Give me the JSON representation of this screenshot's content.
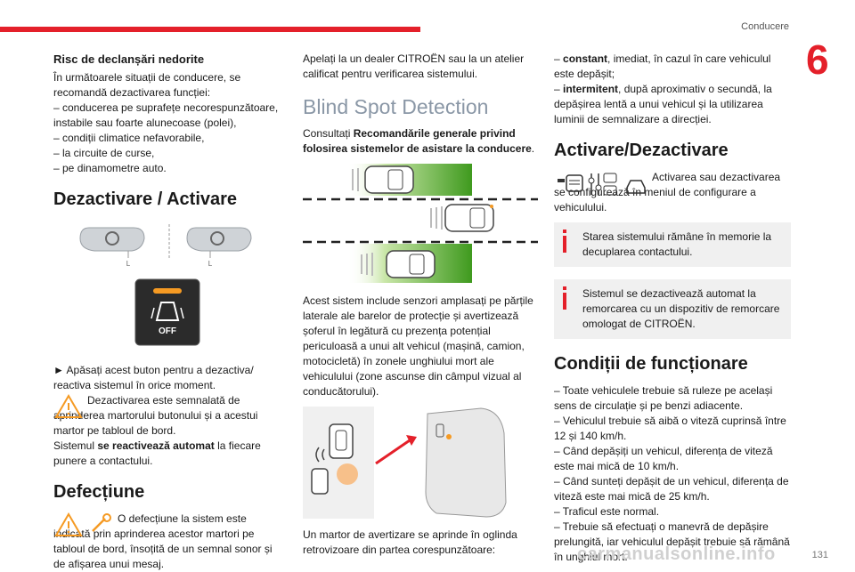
{
  "header": {
    "section": "Conducere",
    "chapter": "6",
    "page": "131"
  },
  "watermark": "carmanualsonline.info",
  "col1": {
    "risk_title": "Risc de declanșări nedorite",
    "risk_text": "În următoarele situații de conducere, se recomandă dezactivarea funcției:",
    "risk_items": [
      "– conducerea pe suprafețe necorespunzătoare, instabile sau foarte alunecoase (polei),",
      "– condiții climatice nefavorabile,",
      "– la circuite de curse,",
      "– pe dinamometre auto."
    ],
    "deact_title": "Dezactivare / Activare",
    "button_label": "OFF",
    "deact_text": "► Apăsați acest buton pentru a dezactiva/ reactiva sistemul în orice moment.",
    "deact_warn": "Dezactivarea este semnalată de aprinderea martorului butonului și a acestui martor pe tabloul de bord.",
    "deact_sys_pre": "Sistemul ",
    "deact_sys_bold": "se reactivează automat",
    "deact_sys_post": " la fiecare punere a contactului.",
    "fault_title": "Defecțiune",
    "fault_text": "O defecțiune la sistem este indicată prin aprinderea acestor martori pe tabloul de bord, însoțită de un semnal sonor și de afișarea unui mesaj."
  },
  "col2": {
    "dealer_text": "Apelați la un dealer CITROËN sau la un atelier calificat pentru verificarea sistemului.",
    "bsd_title": "Blind Spot Detection",
    "consult_pre": "Consultați ",
    "consult_bold": "Recomandările generale privind folosirea sistemelor de asistare la conducere",
    "consult_post": ".",
    "sensor_text": "Acest sistem include senzori amplasați pe părțile laterale ale barelor de protecție și avertizează șoferul în legătură cu prezența potențial periculoasă a unui alt vehicul (mașină, camion, motocicletă) în zonele unghiului mort ale vehiculului (zone ascunse din câmpul vizual al conducătorului).",
    "mirror_text": "Un martor de avertizare se aprinde în oglinda retrovizoare din partea corespunzătoare:"
  },
  "col3": {
    "const_bold": "constant",
    "const_text": ", imediat, în cazul în care vehiculul este depășit;",
    "inter_bold": "intermitent",
    "inter_text": ", după aproximativ o secundă, la depășirea lentă a unui vehicul și la utilizarea luminii de semnalizare a direcției.",
    "act_title": "Activare/Dezactivare",
    "act_text": "Activarea sau dezactivarea se configurează în meniul de configurare a vehiculului.",
    "note1": "Starea sistemului rămâne în memorie la decuplarea contactului.",
    "note2": "Sistemul se dezactivează automat la remorcarea cu un dispozitiv de remorcare omologat de CITROËN.",
    "cond_title": "Condiții de funcționare",
    "cond_items": [
      "– Toate vehiculele trebuie să ruleze pe același sens de circulație și pe benzi adiacente.",
      "– Vehiculul trebuie să aibă o viteză cuprinsă între 12 și 140 km/h.",
      "– Când depășiți un vehicul, diferența de viteză este mai mică de 10 km/h.",
      "– Când sunteți depășit de un vehicul, diferența de viteză este mai mică de 25 km/h.",
      "– Traficul este normal.",
      "– Trebuie să efectuați o manevră de depășire prelungită, iar vehiculul depășit trebuie să rămână în unghiul mort."
    ]
  },
  "colors": {
    "accent": "#e4202a",
    "title_grey": "#8a97a6",
    "green": "#3f9a1e",
    "warn_orange": "#f59a23"
  },
  "icons": [
    "warning-triangle-icon",
    "wrench-icon",
    "blind-spot-car-icon",
    "mirror-icon",
    "settings-menu-icon",
    "info-icon"
  ]
}
